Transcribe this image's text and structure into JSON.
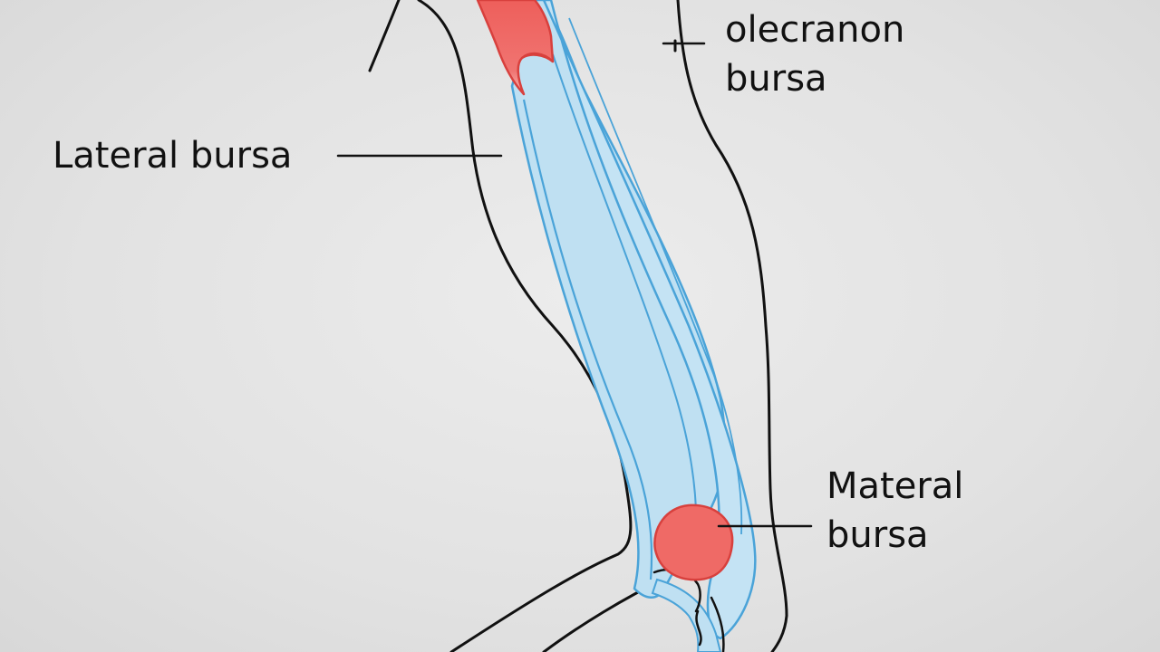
{
  "labels": {
    "olecranon": {
      "line1": "olecranon",
      "line2": "bursa"
    },
    "lateral": {
      "text": "Lateral bursa"
    },
    "medial": {
      "line1": "Materal",
      "line2": "bursa"
    }
  },
  "colors": {
    "background": "#e4e4e4",
    "outline": "#111111",
    "tendon_fill": "#bfe0f2",
    "tendon_stroke": "#4aa3d8",
    "bursa_fill": "#ef6a66",
    "bursa_stroke": "#d8403d"
  }
}
